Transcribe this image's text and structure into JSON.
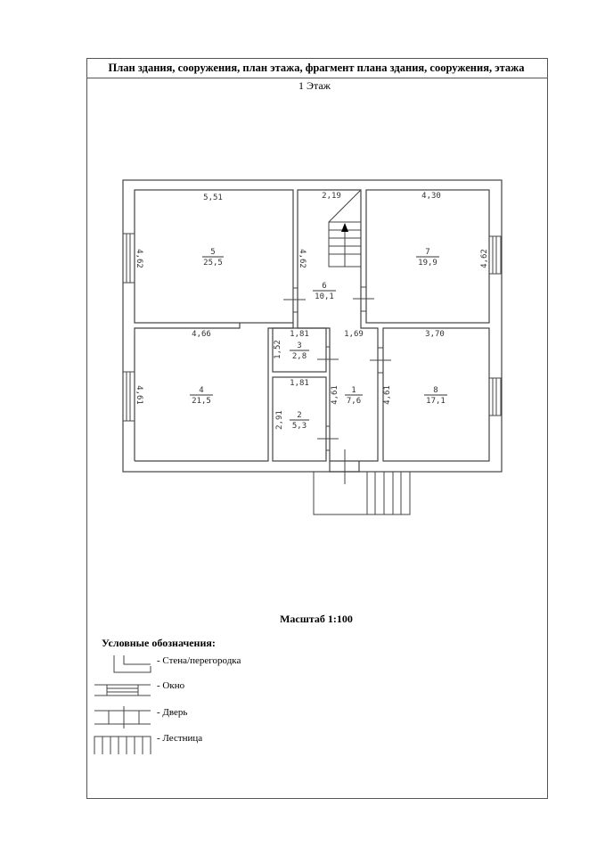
{
  "header": {
    "title": "План здания, сооружения, план этажа, фрагмент плана здания, сооружения, этажа",
    "floor": "1 Этаж"
  },
  "rooms": [
    {
      "number": "1",
      "area": "7,6"
    },
    {
      "number": "2",
      "area": "5,3"
    },
    {
      "number": "3",
      "area": "2,8"
    },
    {
      "number": "4",
      "area": "21,5"
    },
    {
      "number": "5",
      "area": "25,5"
    },
    {
      "number": "6",
      "area": "10,1"
    },
    {
      "number": "7",
      "area": "19,9"
    },
    {
      "number": "8",
      "area": "17,1"
    }
  ],
  "dimensions": {
    "room5_width": "5,51",
    "room6_width": "2,19",
    "room7_width": "4,30",
    "room5_height": "4,62",
    "room6_height": "4,62",
    "room7_height": "4,62",
    "room4_width": "4,66",
    "room3_width": "1,81",
    "room1_width": "1,69",
    "room8_width": "3,70",
    "room3_height": "1,52",
    "room2_width": "1,81",
    "room4_height": "4,61",
    "room1_height": "4,61",
    "room8_height": "4,61",
    "room2_height": "2,91"
  },
  "scale": "Масштаб 1:100",
  "legend": {
    "title": "Условные обозначения:",
    "items": [
      "- Стена/перегородка",
      "- Окно",
      "- Дверь",
      "- Лестница"
    ]
  }
}
